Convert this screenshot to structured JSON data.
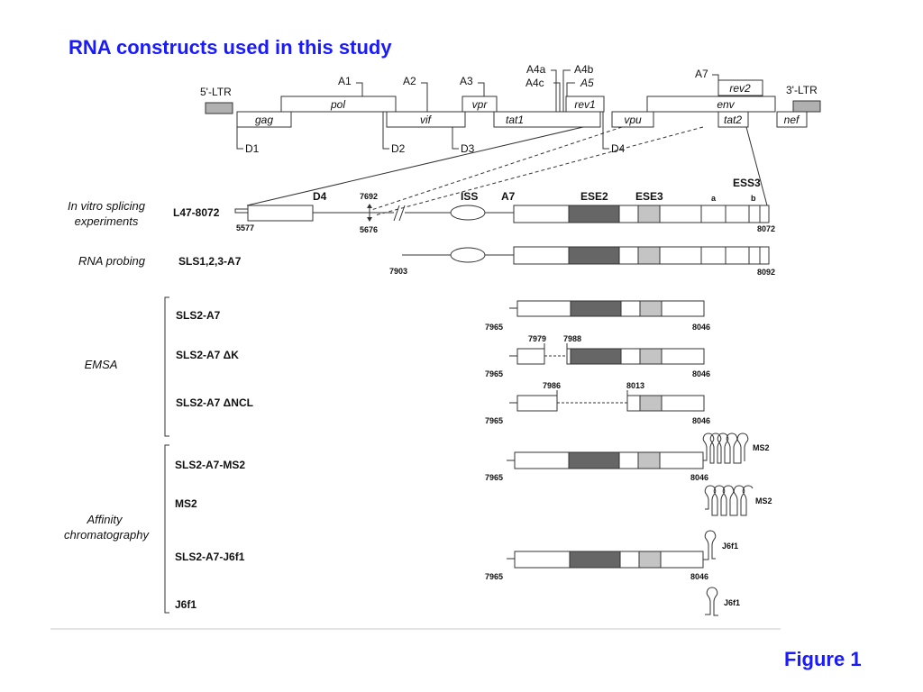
{
  "title": "RNA constructs used in this study",
  "figure_label": "Figure 1",
  "genome": {
    "ltr5": "5'-LTR",
    "ltr3": "3'-LTR",
    "genes": {
      "gag": "gag",
      "pol": "pol",
      "vif": "vif",
      "vpr": "vpr",
      "tat1": "tat1",
      "rev1": "rev1",
      "vpu": "vpu",
      "env": "env",
      "rev2": "rev2",
      "tat2": "tat2",
      "nef": "nef"
    },
    "acceptors": {
      "A1": "A1",
      "A2": "A2",
      "A3": "A3",
      "A4a": "A4a",
      "A4b": "A4b",
      "A4c": "A4c",
      "A5": "A5",
      "A7": "A7"
    },
    "donors": {
      "D1": "D1",
      "D2": "D2",
      "D3": "D3",
      "D4": "D4"
    },
    "colors": {
      "ltr": "#b0b0b0",
      "ese2": "#666666",
      "ese3": "#c4c4c4"
    }
  },
  "categories": {
    "in_vitro": [
      "In vitro splicing",
      "experiments"
    ],
    "rna_probing": "RNA probing",
    "emsa": "EMSA",
    "affinity": [
      "Affinity",
      "chromatography"
    ]
  },
  "l47": {
    "name": "L47-8072",
    "D4": "D4",
    "ISS": "ISS",
    "A7": "A7",
    "ESE2": "ESE2",
    "ESE3": "ESE3",
    "ESS3": "ESS3",
    "a": "a",
    "b": "b",
    "n5577": "5577",
    "n7692": "7692",
    "n5676": "5676",
    "n8072": "8072"
  },
  "sls123": {
    "name": "SLS1,2,3-A7",
    "n7903": "7903",
    "n8092": "8092"
  },
  "emsa": [
    {
      "name": "SLS2-A7",
      "start": "7965",
      "end": "8046"
    },
    {
      "name": "SLS2-A7 ΔK",
      "start": "7965",
      "end": "8046",
      "del_start": "7979",
      "del_end": "7988"
    },
    {
      "name": "SLS2-A7 ΔNCL",
      "start": "7965",
      "end": "8046",
      "del_start": "7986",
      "del_end": "8013"
    }
  ],
  "affinity": [
    {
      "name": "SLS2-A7-MS2",
      "start": "7965",
      "end": "8046",
      "tag": "MS2"
    },
    {
      "name": "MS2",
      "tag": "MS2"
    },
    {
      "name": "SLS2-A7-J6f1",
      "start": "7965",
      "end": "8046",
      "tag": "J6f1"
    },
    {
      "name": "J6f1",
      "tag": "J6f1"
    }
  ]
}
